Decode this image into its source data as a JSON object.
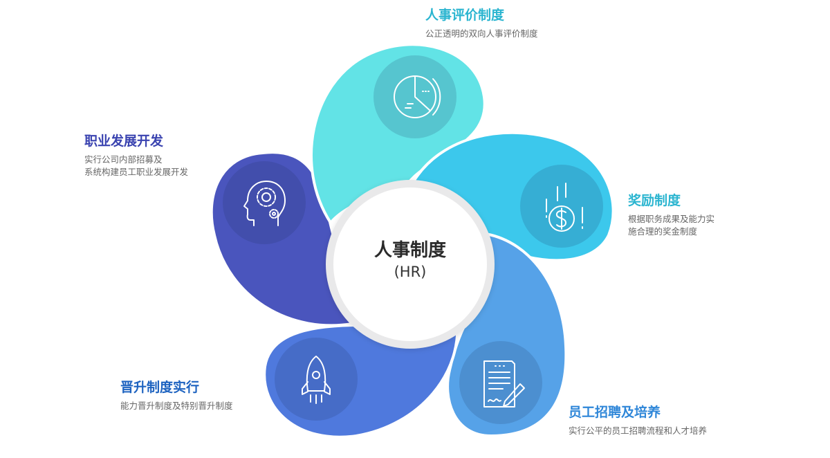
{
  "colors": {
    "eval": "#62E3E6",
    "reward": "#3CC8EC",
    "recruit": "#56A2E8",
    "promo": "#4F79DD",
    "career": "#4A55BD",
    "eval_title": "#2BB5D0",
    "reward_title": "#2BB5D0",
    "recruit_title": "#2E86D8",
    "promo_title": "#1E63C0",
    "career_title": "#3A43B0"
  },
  "center": {
    "title": "人事制度",
    "subtitle": "(HR)"
  },
  "items": {
    "eval": {
      "title": "人事评价制度",
      "desc": [
        "公正透明的双向人事评价制度"
      ],
      "icon": "pie-chart-icon"
    },
    "reward": {
      "title": "奖励制度",
      "desc": [
        "根据职务成果及能力实",
        "施合理的奖金制度"
      ],
      "icon": "money-bag-icon"
    },
    "recruit": {
      "title": "员工招聘及培养",
      "desc": [
        "实行公平的员工招聘流程和人才培养"
      ],
      "icon": "contract-sign-icon"
    },
    "promo": {
      "title": "晋升制度实行",
      "desc": [
        "能力晋升制度及特别晋升制度"
      ],
      "icon": "rocket-icon"
    },
    "career": {
      "title": "职业发展开发",
      "desc": [
        "实行公司内部招募及",
        "系统构建员工职业发展开发"
      ],
      "icon": "head-gear-icon"
    }
  }
}
